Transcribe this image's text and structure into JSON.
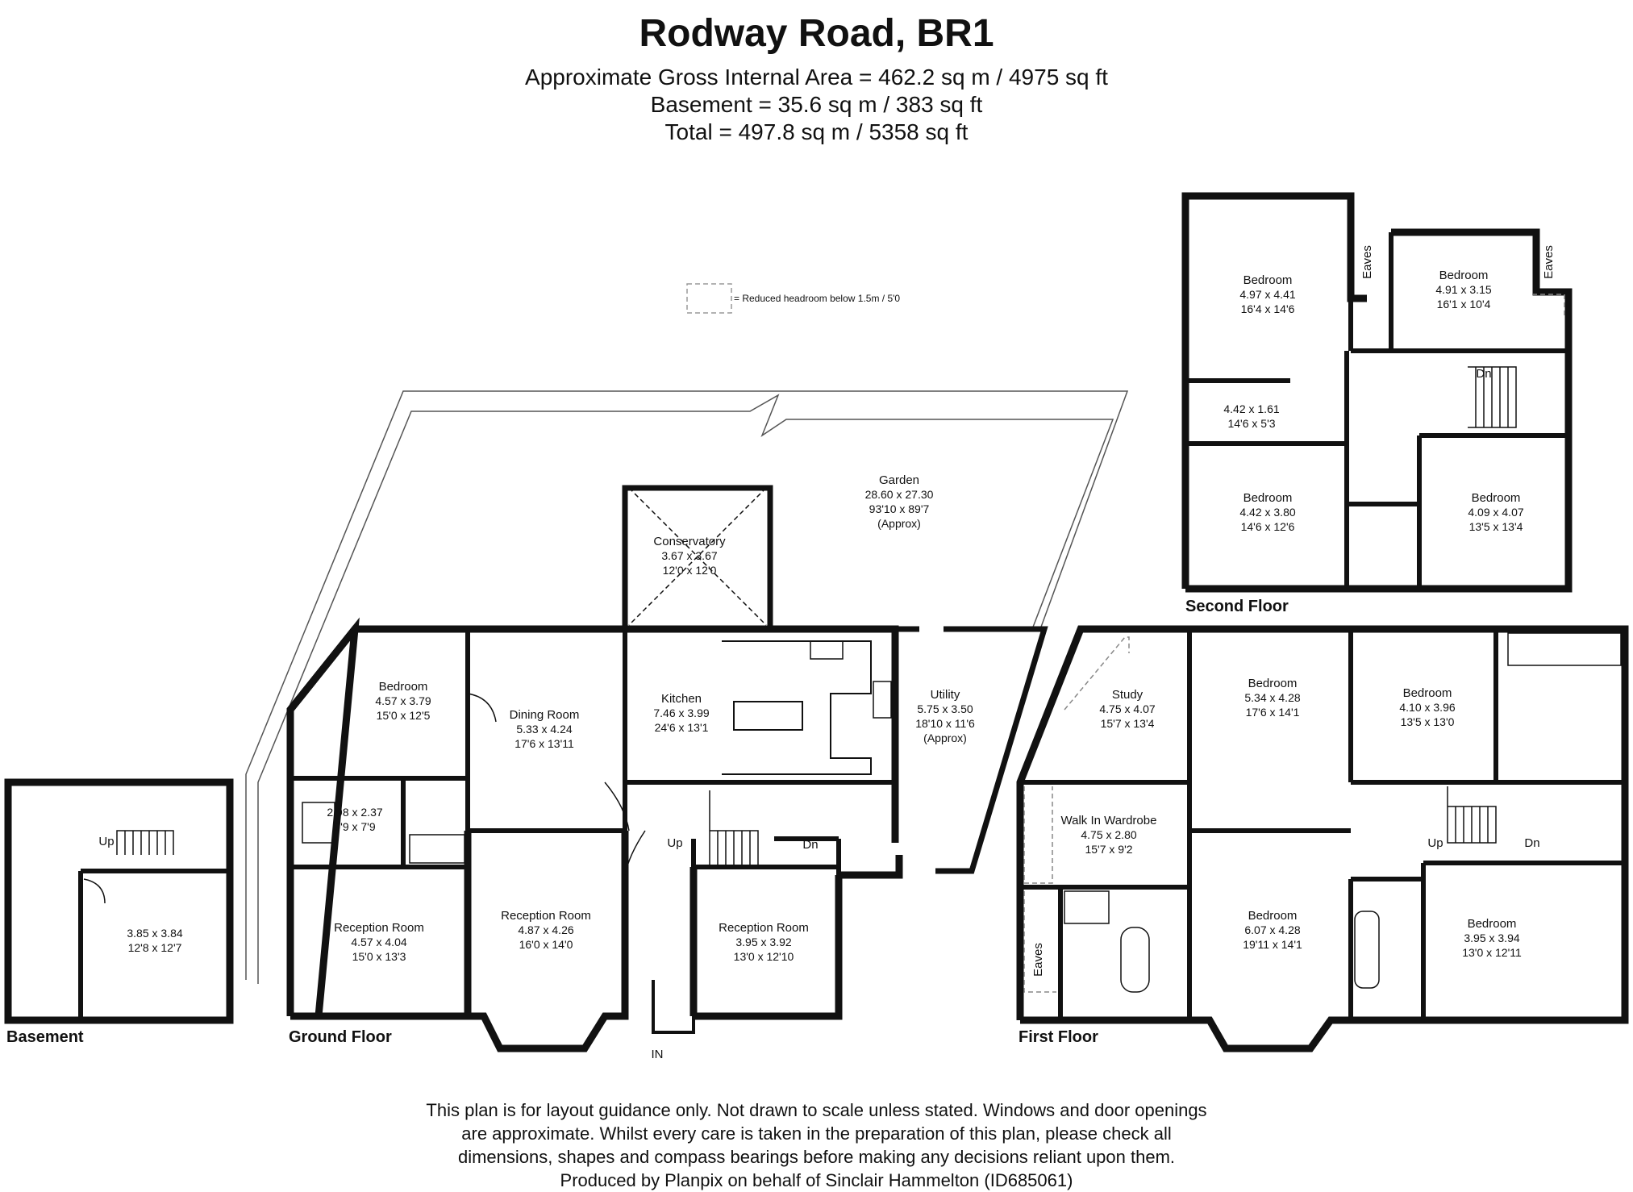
{
  "header": {
    "title": "Rodway Road, BR1",
    "area_line": "Approximate Gross Internal Area = 462.2 sq m / 4975 sq ft",
    "basement_line": "Basement = 35.6 sq m / 383 sq ft",
    "total_line": "Total = 497.8 sq m / 5358 sq ft"
  },
  "legend": {
    "reduced_headroom": "= Reduced headroom below 1.5m / 5'0"
  },
  "floors": {
    "basement": "Basement",
    "ground": "Ground Floor",
    "first": "First Floor",
    "second": "Second Floor"
  },
  "rooms": {
    "basement_room": {
      "metric": "3.85 x 3.84",
      "imperial": "12'8 x 12'7"
    },
    "garden": {
      "name": "Garden",
      "metric": "28.60 x 27.30",
      "imperial": "93'10 x 89'7",
      "note": "(Approx)"
    },
    "conservatory": {
      "name": "Conservatory",
      "metric": "3.67 x 3.67",
      "imperial": "12'0 x 12'0"
    },
    "gf_bedroom": {
      "name": "Bedroom",
      "metric": "4.57 x 3.79",
      "imperial": "15'0 x 12'5"
    },
    "dining": {
      "name": "Dining Room",
      "metric": "5.33 x 4.24",
      "imperial": "17'6 x 13'11"
    },
    "kitchen": {
      "name": "Kitchen",
      "metric": "7.46 x 3.99",
      "imperial": "24'6 x 13'1"
    },
    "utility": {
      "name": "Utility",
      "metric": "5.75 x 3.50",
      "imperial": "18'10 x 11'6",
      "note": "(Approx)"
    },
    "gf_small": {
      "metric": "2.98 x 2.37",
      "imperial": "9'9 x 7'9"
    },
    "reception1": {
      "name": "Reception Room",
      "metric": "4.57 x 4.04",
      "imperial": "15'0 x 13'3"
    },
    "reception2": {
      "name": "Reception Room",
      "metric": "4.87 x 4.26",
      "imperial": "16'0 x 14'0"
    },
    "reception3": {
      "name": "Reception Room",
      "metric": "3.95 x 3.92",
      "imperial": "13'0 x 12'10"
    },
    "study": {
      "name": "Study",
      "metric": "4.75 x 4.07",
      "imperial": "15'7 x 13'4"
    },
    "walkin": {
      "name": "Walk In Wardrobe",
      "metric": "4.75 x 2.80",
      "imperial": "15'7 x 9'2"
    },
    "ff_bed1": {
      "name": "Bedroom",
      "metric": "5.34 x 4.28",
      "imperial": "17'6 x 14'1"
    },
    "ff_bed2": {
      "name": "Bedroom",
      "metric": "4.10 x 3.96",
      "imperial": "13'5 x 13'0"
    },
    "ff_bed3": {
      "name": "Bedroom",
      "metric": "6.07 x 4.28",
      "imperial": "19'11 x 14'1"
    },
    "ff_bed4": {
      "name": "Bedroom",
      "metric": "3.95 x 3.94",
      "imperial": "13'0 x 12'11"
    },
    "sf_bed1": {
      "name": "Bedroom",
      "metric": "4.97 x 4.41",
      "imperial": "16'4 x 14'6"
    },
    "sf_bed2": {
      "name": "Bedroom",
      "metric": "4.91 x 3.15",
      "imperial": "16'1 x 10'4"
    },
    "sf_small": {
      "metric": "4.42 x 1.61",
      "imperial": "14'6 x 5'3"
    },
    "sf_bed3": {
      "name": "Bedroom",
      "metric": "4.42 x 3.80",
      "imperial": "14'6 x 12'6"
    },
    "sf_bed4": {
      "name": "Bedroom",
      "metric": "4.09 x 4.07",
      "imperial": "13'5 x 13'4"
    }
  },
  "labels": {
    "up": "Up",
    "dn": "Dn",
    "in": "IN",
    "eaves": "Eaves"
  },
  "footer": {
    "line1": "This plan is for layout guidance only. Not drawn to scale unless stated. Windows and door openings",
    "line2": "are approximate. Whilst every care is taken in the preparation of this plan, please check all",
    "line3": "dimensions, shapes and compass bearings before making any decisions reliant upon them.",
    "line4": "Produced by Planpix on behalf of Sinclair Hammelton (ID685061)"
  }
}
